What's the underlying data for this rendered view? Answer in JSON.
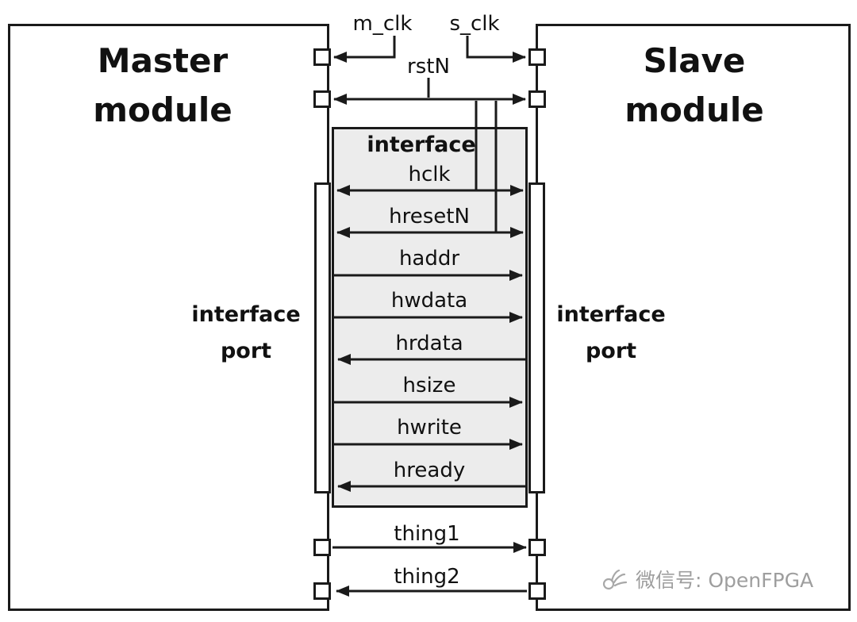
{
  "modules": {
    "master": {
      "line1": "Master",
      "line2": "module"
    },
    "slave": {
      "line1": "Slave",
      "line2": "module"
    }
  },
  "top_signals": {
    "m_clk": "m_clk",
    "s_clk": "s_clk",
    "rstN": "rstN"
  },
  "interface": {
    "title": "interface",
    "signals": [
      {
        "name": "hclk",
        "direction": "bidirectional"
      },
      {
        "name": "hresetN",
        "direction": "bidirectional"
      },
      {
        "name": "haddr",
        "direction": "master-to-slave"
      },
      {
        "name": "hwdata",
        "direction": "master-to-slave"
      },
      {
        "name": "hrdata",
        "direction": "slave-to-master"
      },
      {
        "name": "hsize",
        "direction": "master-to-slave"
      },
      {
        "name": "hwrite",
        "direction": "master-to-slave"
      },
      {
        "name": "hready",
        "direction": "slave-to-master"
      }
    ]
  },
  "port_labels": {
    "left": {
      "line1": "interface",
      "line2": "port"
    },
    "right": {
      "line1": "interface",
      "line2": "port"
    }
  },
  "bottom_signals": {
    "thing1": {
      "name": "thing1",
      "direction": "master-to-slave"
    },
    "thing2": {
      "name": "thing2",
      "direction": "slave-to-master"
    }
  },
  "watermark": {
    "text": "微信号: OpenFPGA"
  },
  "colors": {
    "line": "#1a1a1a",
    "interface_fill": "#ececec",
    "watermark": "#9e9e9e",
    "background": "#ffffff"
  }
}
